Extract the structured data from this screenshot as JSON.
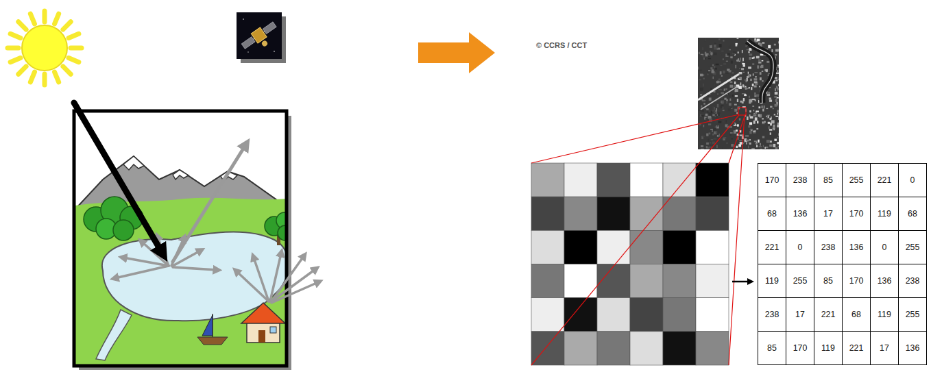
{
  "diagram": {
    "labels": [
      "© CCRS / CCT",
      "170",
      "238",
      "85",
      "255",
      "221",
      "0",
      "68",
      "136",
      "17",
      "170",
      "119",
      "68",
      "221",
      "0",
      "238",
      "136",
      "0",
      "255",
      "119",
      "255",
      "85",
      "170",
      "136",
      "238",
      "238",
      "17",
      "221",
      "68",
      "119",
      "255",
      "85",
      "170",
      "119",
      "221",
      "17",
      "136"
    ]
  }
}
